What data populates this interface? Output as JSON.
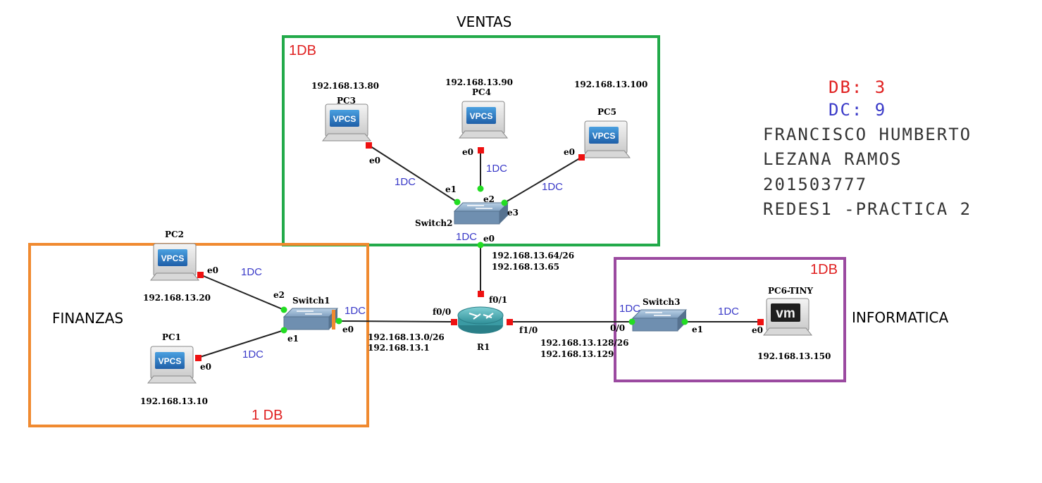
{
  "zones": {
    "ventas": {
      "title": "VENTAS",
      "db": "1DB"
    },
    "finanzas": {
      "title": "FINANZAS",
      "db": "1  DB"
    },
    "informatica": {
      "title": "INFORMATICA",
      "db": "1DB"
    }
  },
  "colors": {
    "ventas": "#22aa4a",
    "finanzas": "#f08a30",
    "informatica": "#9b4aa0",
    "db_text": "#e02020",
    "dc_text": "#3a3ac8",
    "port_up": "#22dd22",
    "port_down": "#ee1111"
  },
  "info": {
    "db": "DB: 3",
    "dc": "DC: 9",
    "lines": [
      "FRANCISCO HUMBERTO",
      "LEZANA RAMOS",
      "201503777",
      "REDES1 -PRACTICA 2"
    ]
  },
  "devices": {
    "pc3": {
      "name": "PC3",
      "ip": "192.168.13.80",
      "icon": "VPCS"
    },
    "pc4": {
      "name": "PC4",
      "ip": "192.168.13.90",
      "icon": "VPCS"
    },
    "pc5": {
      "name": "PC5",
      "ip": "192.168.13.100",
      "icon": "VPCS"
    },
    "pc2": {
      "name": "PC2",
      "ip": "192.168.13.20",
      "icon": "VPCS"
    },
    "pc1": {
      "name": "PC1",
      "ip": "192.168.13.10",
      "icon": "VPCS"
    },
    "pc6": {
      "name": "PC6-TINY",
      "ip": "192.168.13.150",
      "icon": "vm"
    },
    "switch1": {
      "name": "Switch1"
    },
    "switch2": {
      "name": "Switch2"
    },
    "switch3": {
      "name": "Switch3"
    },
    "r1": {
      "name": "R1"
    }
  },
  "ports": {
    "pc3_e0": "e0",
    "pc4_e0": "e0",
    "pc5_e0": "e0",
    "sw2_e1": "e1",
    "sw2_e2": "e2",
    "sw2_e3": "e3",
    "sw2_e0": "e0",
    "pc2_e0": "e0",
    "pc1_e0": "e0",
    "sw1_e2": "e2",
    "sw1_e1": "e1",
    "sw1_e0": "e0",
    "r1_f0_0": "f0/0",
    "r1_f0_1": "f0/1",
    "r1_f1_0": "f1/0",
    "sw3_0_0": "0/0",
    "sw3_e1": "e1",
    "pc6_e0": "e0"
  },
  "links": {
    "pc3_sw2": "1DC",
    "pc4_sw2": "1DC",
    "pc5_sw2": "1DC",
    "sw2_r1": "1DC",
    "pc2_sw1": "1DC",
    "pc1_sw1": "1DC",
    "sw1_r1": "1DC",
    "r1_sw3": "1DC",
    "sw3_pc6": "1DC"
  },
  "networks": {
    "ventas_net": "192.168.13.64/26",
    "ventas_gw": "192.168.13.65",
    "finanzas_net": "192.168.13.0/26",
    "finanzas_gw": "192.168.13.1",
    "informatica_net": "192.168.13.128/26",
    "informatica_gw": "192.168.13.129"
  }
}
